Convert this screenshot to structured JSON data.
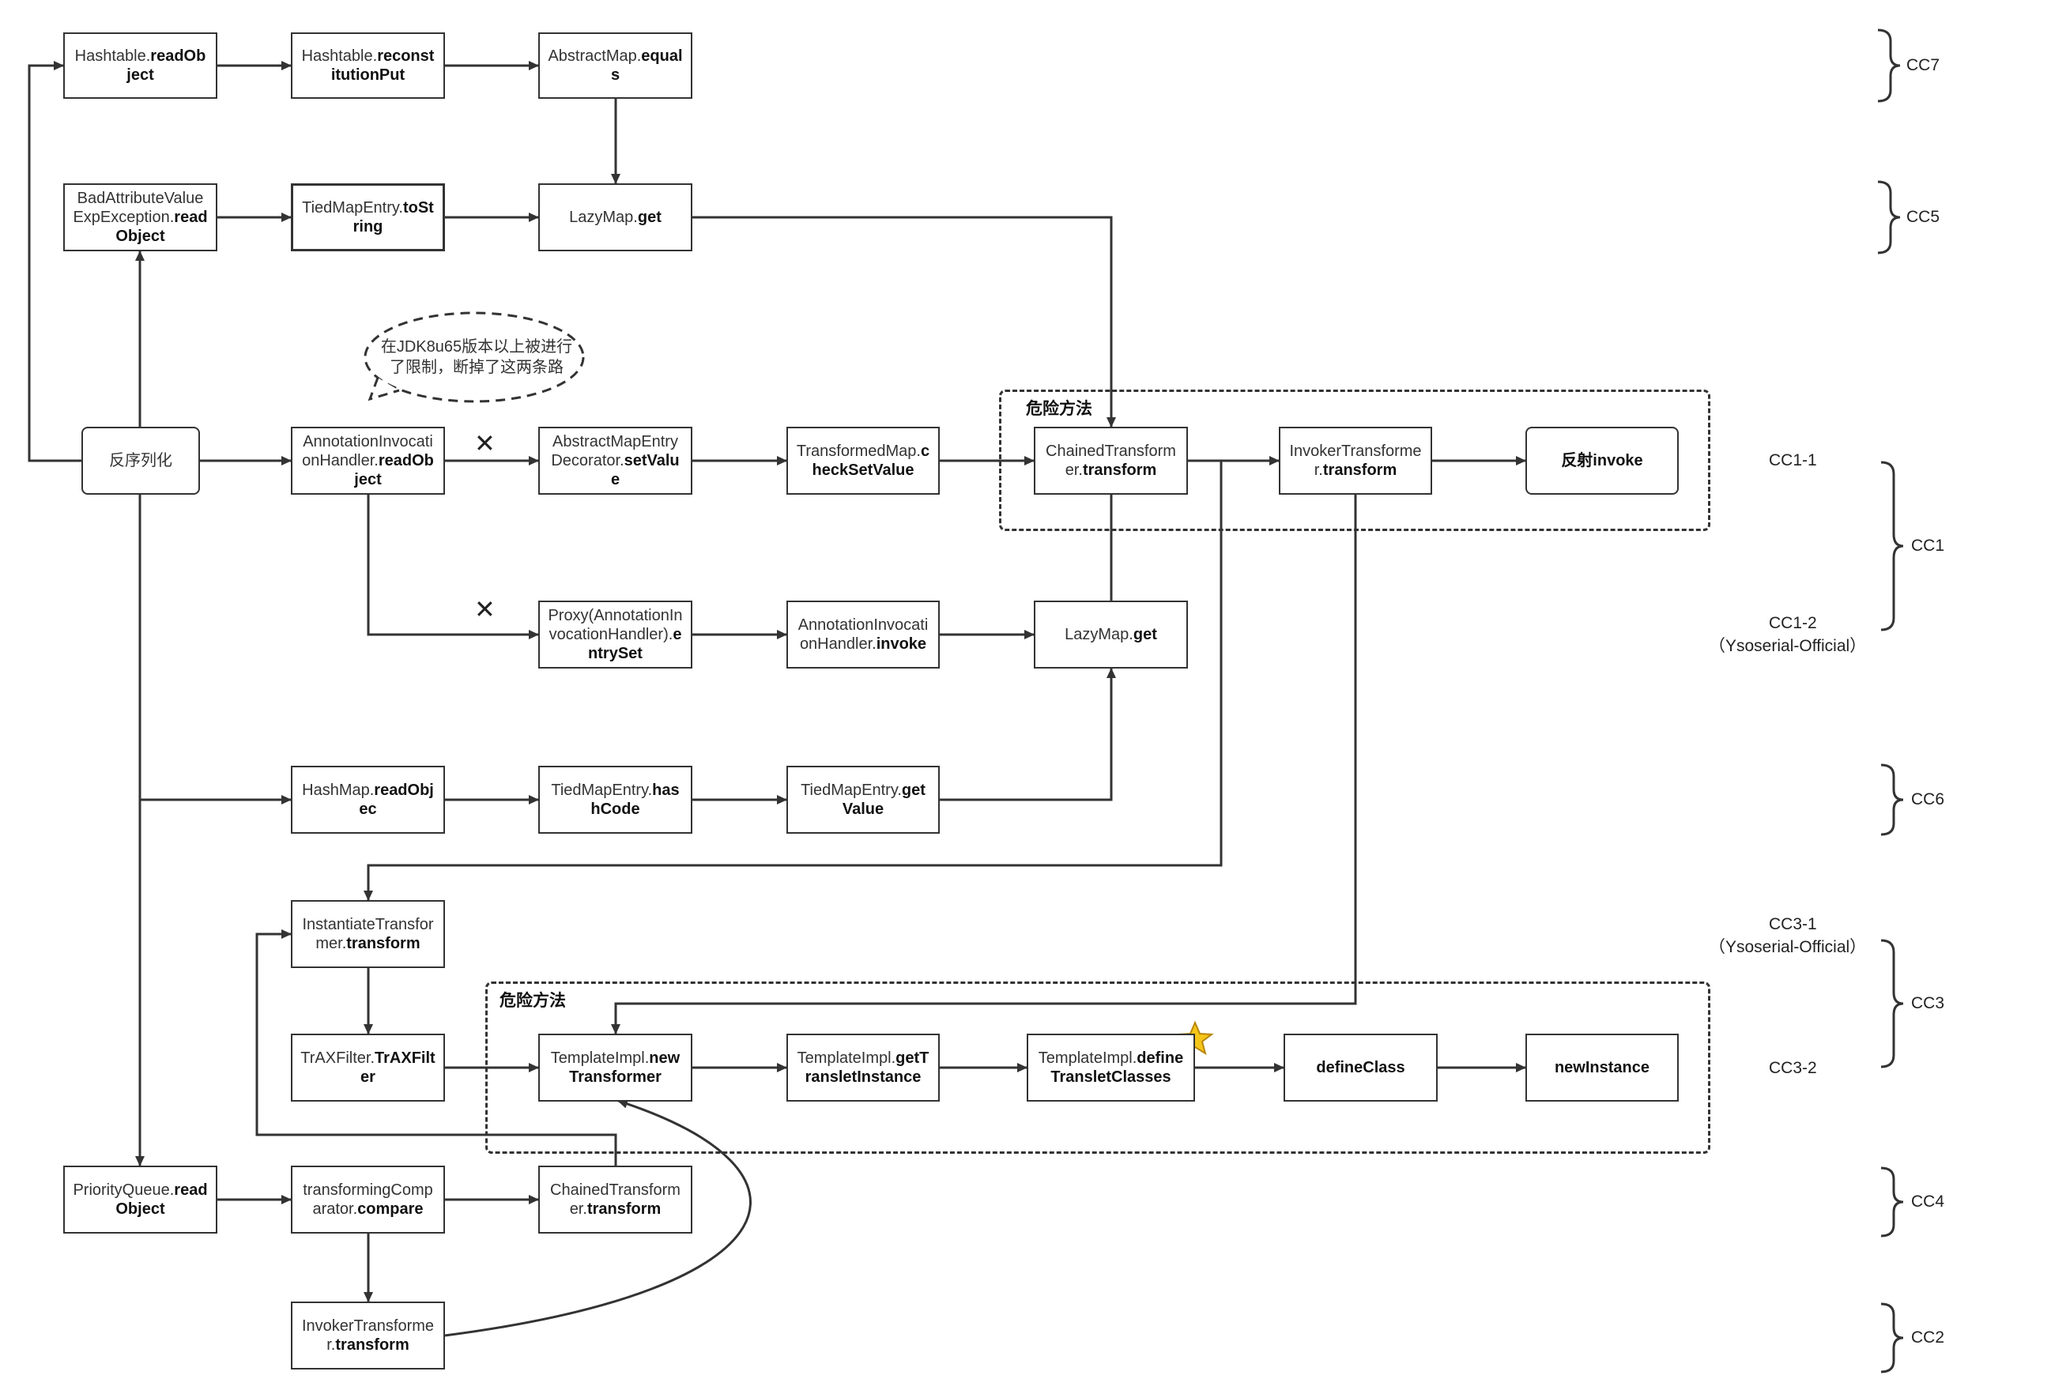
{
  "boxes": {
    "hashtable_readobject": {
      "plain": "Hashtable.",
      "bold": "readObject"
    },
    "hashtable_reconstitutionput": {
      "plain": "Hashtable.",
      "bold": "reconstitutionPut"
    },
    "abstractmap_equals": {
      "plain": "AbstractMap.",
      "bold": "equals"
    },
    "badattr_readobject": {
      "plain": "BadAttributeValueExpException.",
      "bold": "readObject"
    },
    "tiedmapentry_tostring": {
      "plain": "TiedMapEntry.",
      "bold": "toString"
    },
    "lazymap_get_top": {
      "plain": "LazyMap.",
      "bold": "get"
    },
    "deserialize": {
      "plain": "反序列化",
      "bold": ""
    },
    "annotation_readobject": {
      "plain": "AnnotationInvocationHandler.",
      "bold": "readObject"
    },
    "abstractmapentry_setvalue": {
      "plain": "AbstractMapEntryDecorator.",
      "bold": "setValue"
    },
    "transformedmap_checksetvalue": {
      "plain": "TransformedMap.",
      "bold": "checkSetValue"
    },
    "chainedtransformer_transform_top": {
      "plain": "ChainedTransformer.",
      "bold": "transform"
    },
    "invokertransformer_transform_top": {
      "plain": "InvokerTransformer.",
      "bold": "transform"
    },
    "reflect_invoke": {
      "plain": "",
      "bold": "反射invoke"
    },
    "proxy_entryset": {
      "plain": "Proxy(AnnotationInvocationHandler).",
      "bold": "entrySet"
    },
    "annotation_invoke": {
      "plain": "AnnotationInvocationHandler.",
      "bold": "invoke"
    },
    "lazymap_get_mid": {
      "plain": "LazyMap.",
      "bold": "get"
    },
    "hashmap_readobject": {
      "plain": "HashMap.",
      "bold": "readObjec"
    },
    "tiedmapentry_hashcode": {
      "plain": "TiedMapEntry.",
      "bold": "hashCode"
    },
    "tiedmapentry_getvalue": {
      "plain": "TiedMapEntry.",
      "bold": "getValue"
    },
    "instantiate_transform": {
      "plain": "InstantiateTransformer.",
      "bold": "transform"
    },
    "traxfilter": {
      "plain": "TrAXFilter.",
      "bold": "TrAXFilter"
    },
    "templateimpl_newtransformer": {
      "plain": "TemplateImpl.",
      "bold": "newTransformer"
    },
    "templateimpl_gettransletinstance": {
      "plain": "TemplateImpl.",
      "bold": "getTransletInstance"
    },
    "templateimpl_definetransletclasses": {
      "plain": "TemplateImpl.",
      "bold": "defineTransletClasses"
    },
    "defineclass": {
      "plain": "",
      "bold": "defineClass"
    },
    "newinstance": {
      "plain": "",
      "bold": "newInstance"
    },
    "priorityqueue_readobject": {
      "plain": "PriorityQueue.",
      "bold": "readObject"
    },
    "transformingcomparator_compare": {
      "plain": "transformingComparator.",
      "bold": "compare"
    },
    "chainedtransformer_transform_bottom": {
      "plain": "ChainedTransformer.",
      "bold": "transform"
    },
    "invokertransformer_transform_bottom": {
      "plain": "InvokerTransformer.",
      "bold": "transform"
    }
  },
  "frames": {
    "danger_top": "危险方法",
    "danger_bottom": "危险方法"
  },
  "callout": "在JDK8u65版本以上被进行了限制，断掉了这两条路",
  "cross_mark": "✕",
  "chain_labels": {
    "cc7": "CC7",
    "cc5": "CC5",
    "cc1_1": "CC1-1",
    "cc1": "CC1",
    "cc1_2": "CC1-2",
    "cc1_2_sub": "（Ysoserial-Official）",
    "cc6": "CC6",
    "cc3_1": "CC3-1",
    "cc3_1_sub": "（Ysoserial-Official）",
    "cc3": "CC3",
    "cc3_2": "CC3-2",
    "cc4": "CC4",
    "cc2": "CC2"
  },
  "colors": {
    "line": "#333333",
    "star": "#f5c518",
    "star_outline": "#b8860b"
  },
  "icons": {
    "star": "star-icon",
    "cross": "cross-icon"
  }
}
